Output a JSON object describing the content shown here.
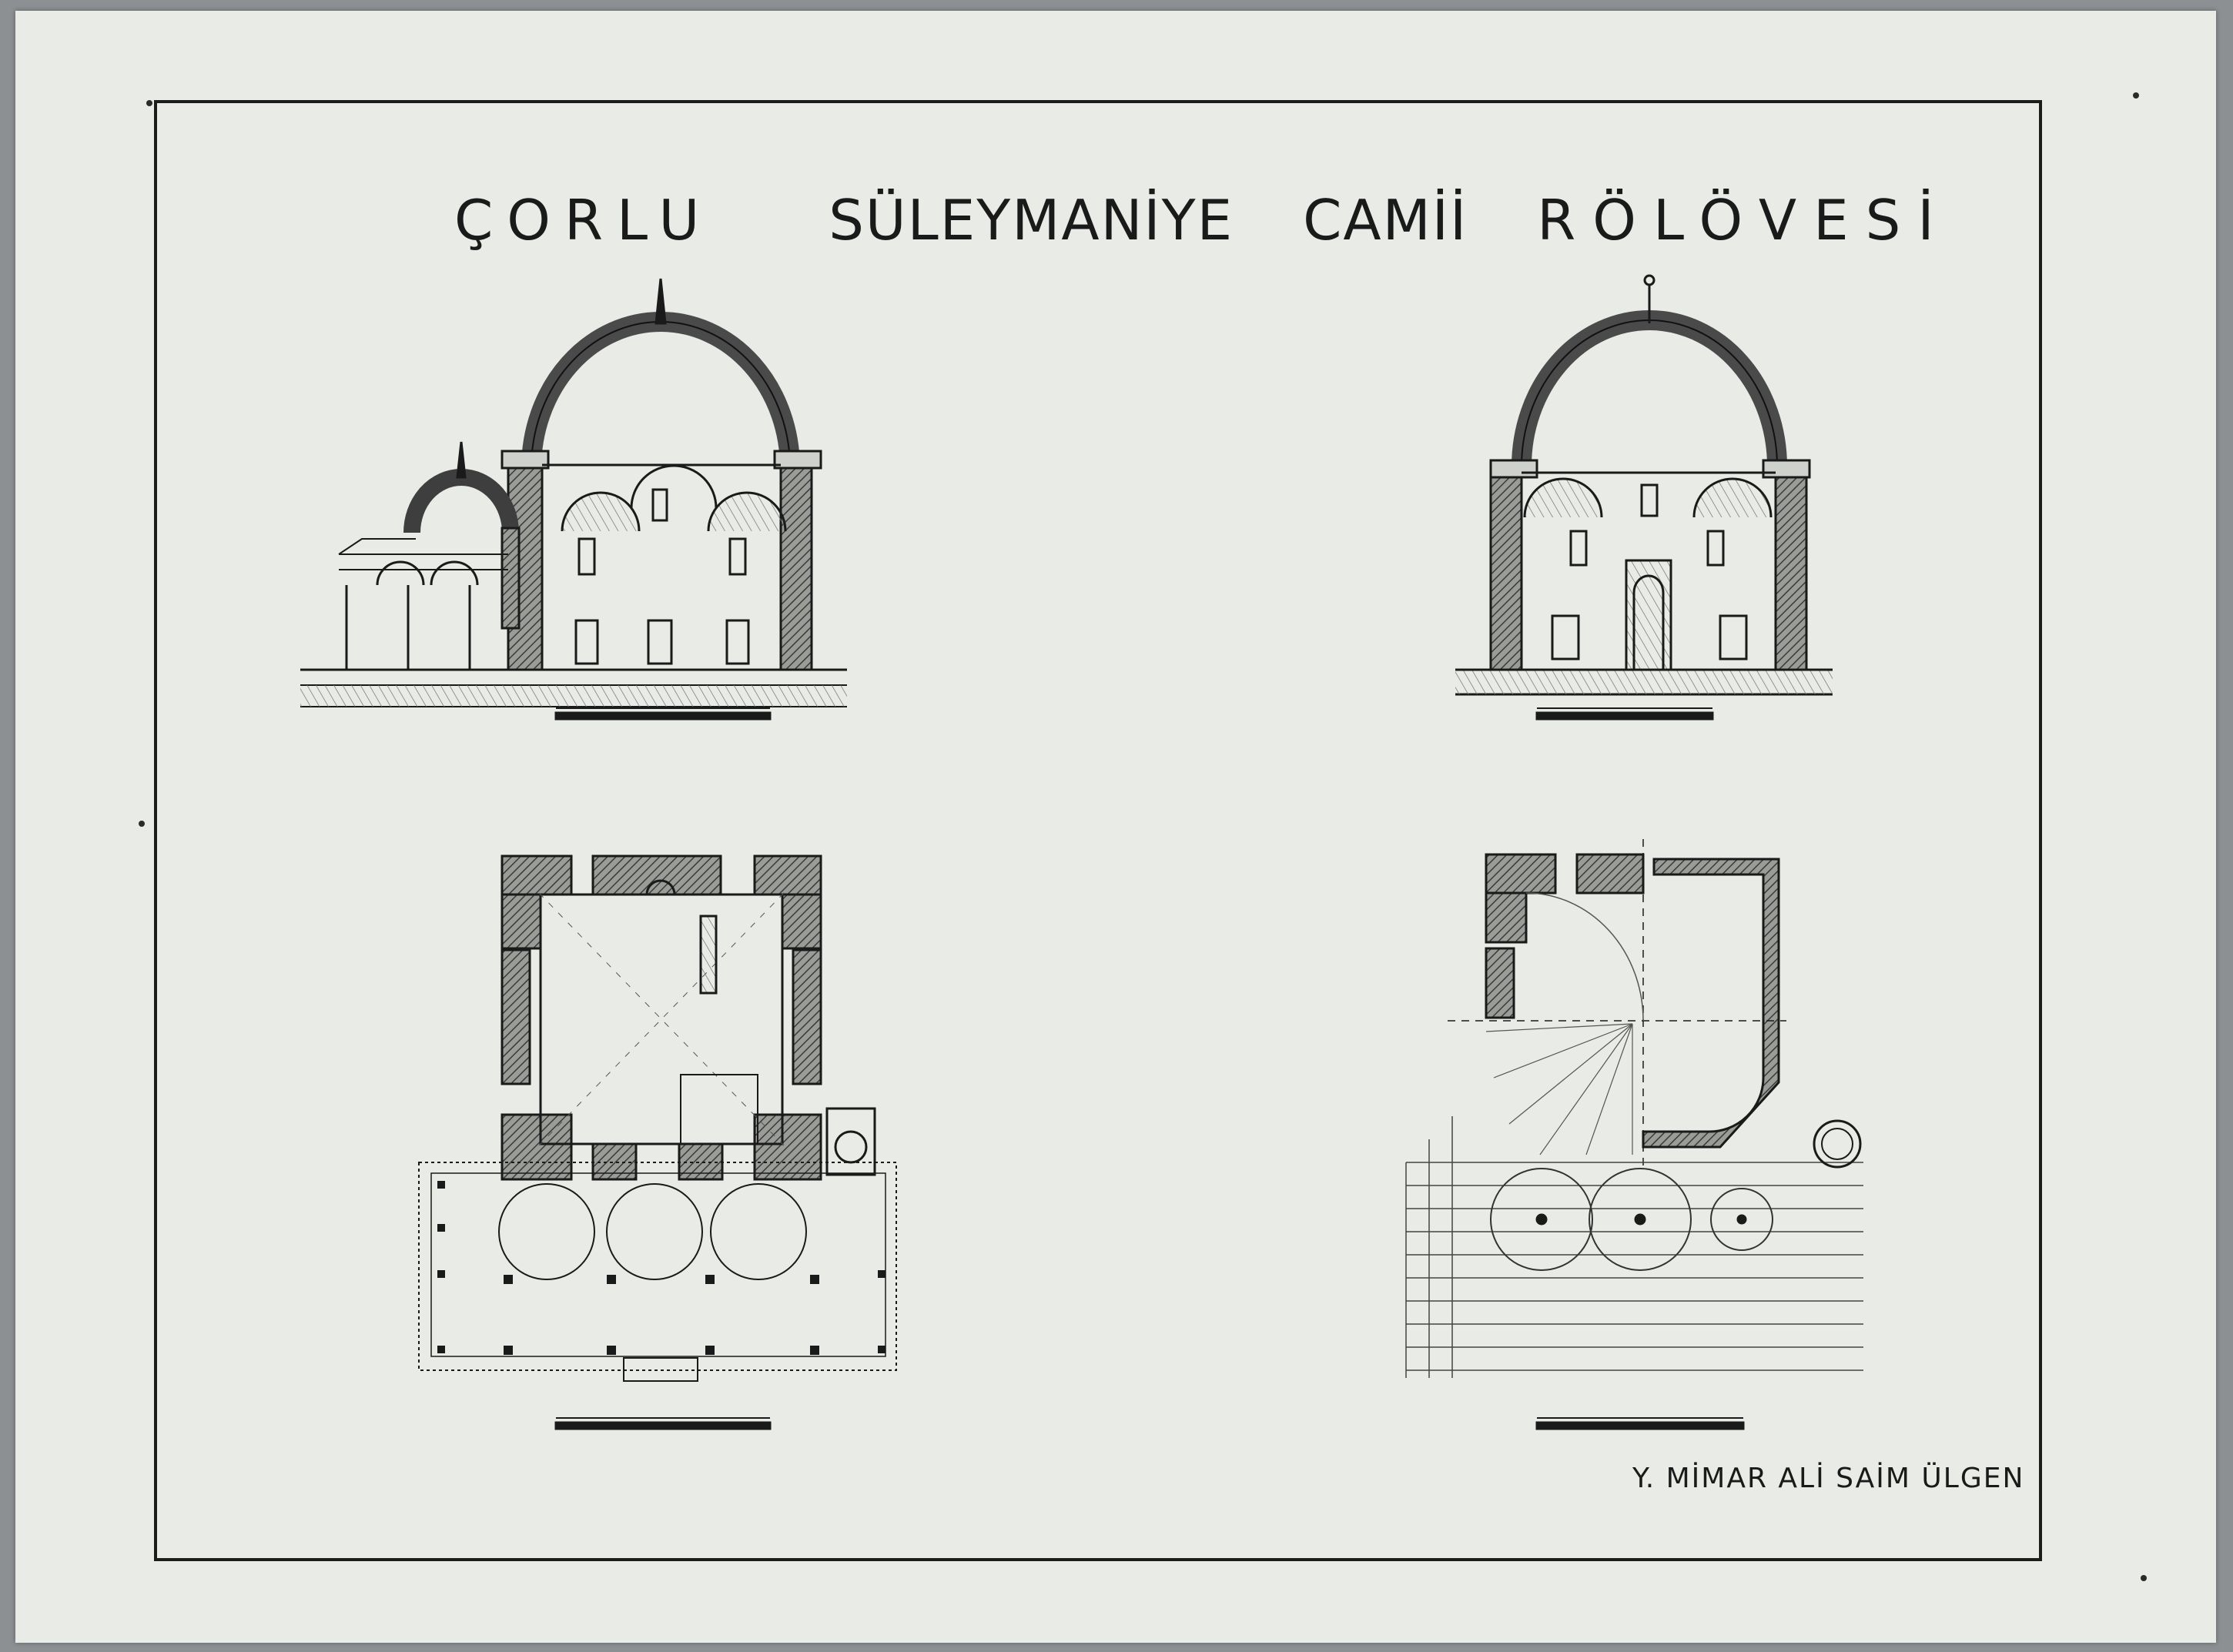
{
  "sheet": {
    "title_parts": [
      "ÇORLU",
      "SÜLEYMANİYE",
      "CAMİİ",
      "RÖLÖVESİ"
    ],
    "author": "Y. MİMAR ALİ SAİM ÜLGEN"
  },
  "drawings": [
    {
      "name": "longitudinal-section",
      "kind": "section"
    },
    {
      "name": "cross-section",
      "kind": "section"
    },
    {
      "name": "ground-plan",
      "kind": "plan"
    },
    {
      "name": "dome-plan",
      "kind": "plan"
    }
  ],
  "colors": {
    "paper": "#e9ebe6",
    "ink": "#1a1a1a",
    "background": "#8c9093"
  }
}
